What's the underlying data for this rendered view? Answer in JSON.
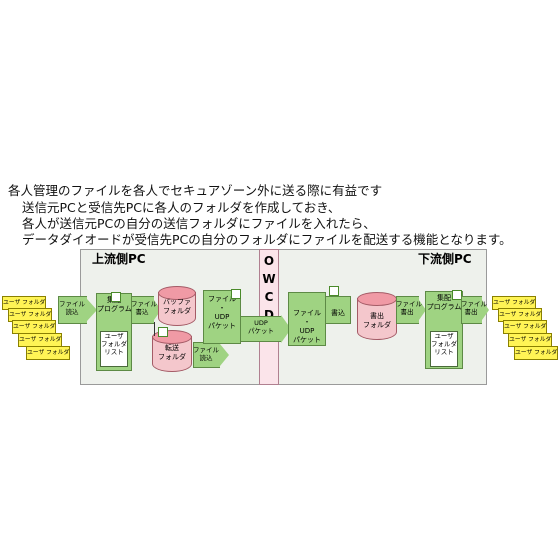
{
  "heading": {
    "line1": "各人管理のファイルを各人でセキュアゾーン外に送る際に有益です",
    "line2": "送信元PCと受信先PCに各人のフォルダを作成しておき、",
    "line3": "各人が送信元PCの自分の送信フォルダにファイルを入れたら、",
    "line4": "データダイオードが受信先PCの自分のフォルダにファイルを配送する機能となります。"
  },
  "upstream": {
    "title": "上流側PC"
  },
  "downstream": {
    "title": "下流側PC"
  },
  "owcd": {
    "letters": [
      "O",
      "W",
      "C",
      "D"
    ]
  },
  "files_in": [
    "ユーザ フォルダ",
    "ユーザ フォルダ",
    "ユーザ フォルダ",
    "ユーザ フォルダ",
    "ユーザ フォルダ"
  ],
  "files_out": [
    "ユーザ フォルダ",
    "ユーザ フォルダ",
    "ユーザ フォルダ",
    "ユーザ フォルダ",
    "ユーザ フォルダ"
  ],
  "labels": {
    "file_read": "ファイル\n読込",
    "collect_program": "集配\nプログラム",
    "file_write": "ファイル\n書込",
    "buffer_folder": "バッファ\nフォルダ",
    "user_folder_list": "ユーザ\nフォルダ\nリスト",
    "transfer_folder": "転送\nフォルダ",
    "file_read2": "ファイル\n読込",
    "file_udp_packet": "ファイル\n・\nUDP\nパケット",
    "udp_packet": "UDP\nパケット",
    "file_udp_packet2": "ファイル\n・\nUDP\nパケット",
    "write_in": "書込",
    "write_folder": "書出\nフォルダ",
    "file_write2": "ファイル\n書出",
    "collect_program2": "集配\nプログラム",
    "user_folder_list2": "ユーザ\nフォルダ\nリスト",
    "file_write3": "ファイル\n書出"
  }
}
